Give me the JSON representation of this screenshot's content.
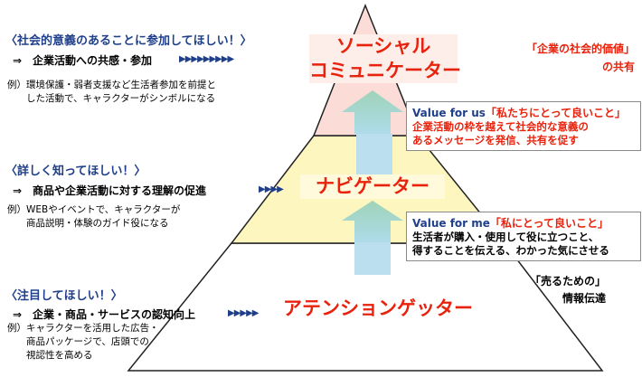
{
  "left": [
    {
      "heading": "〈社会的意義のあることに参加してほしい！〉",
      "line": "⇒　企業活動への共感・参加",
      "arrows": "▶▶▶▶▶▶▶▶▶",
      "example": [
        "例）環境保護・弱者支援など生活者参加を前提と",
        "　　した活動で、キャラクターがシンボルになる"
      ]
    },
    {
      "heading": "〈詳しく知ってほしい！〉",
      "line": "⇒　商品や企業活動に対する理解の促進",
      "arrows": "▶▶▶▶",
      "example": [
        "例）WEBやイベントで、キャラクターが",
        "　　商品説明・体験のガイド役になる"
      ]
    },
    {
      "heading": "〈注目してほしい！〉",
      "line": "⇒　企業・商品・サービスの認知向上",
      "arrows": "▶▶▶▶▶",
      "example": [
        "例）キャラクターを活用した広告・",
        "　　商品パッケージで、店頭での",
        "　　視認性を高める"
      ]
    }
  ],
  "pyramid": {
    "top": [
      "ソーシャル",
      "コミュニケーター"
    ],
    "middle": "ナビゲーター",
    "bottom": "アテンションゲッター"
  },
  "right": {
    "social_value": [
      "「企業の社会的価値」",
      "の共有"
    ],
    "sales_info": [
      "「売るための」",
      "情報伝達"
    ]
  },
  "boxes": {
    "value_us": {
      "en": "Value for us",
      "jp": "「私たちにとって良いこと」",
      "body": [
        "企業活動の枠を越えて社会的な意義の",
        "あるメッセージを発信、共有を促す"
      ]
    },
    "value_me": {
      "en": "Value for me",
      "jp": "「私にとって良いこと」",
      "body": [
        "生活者が購入・使用して役に立つこと、",
        "得することを伝える、わかった気にさせる"
      ]
    }
  },
  "colors": {
    "heading_blue": "#1f3f8a",
    "title_red": "#e8220c",
    "tier_top": "#fbdcd6",
    "tier_middle": "#fdf6bf",
    "tier_bottom": "#ffffff",
    "up_arrow": "#9fd1c7"
  }
}
